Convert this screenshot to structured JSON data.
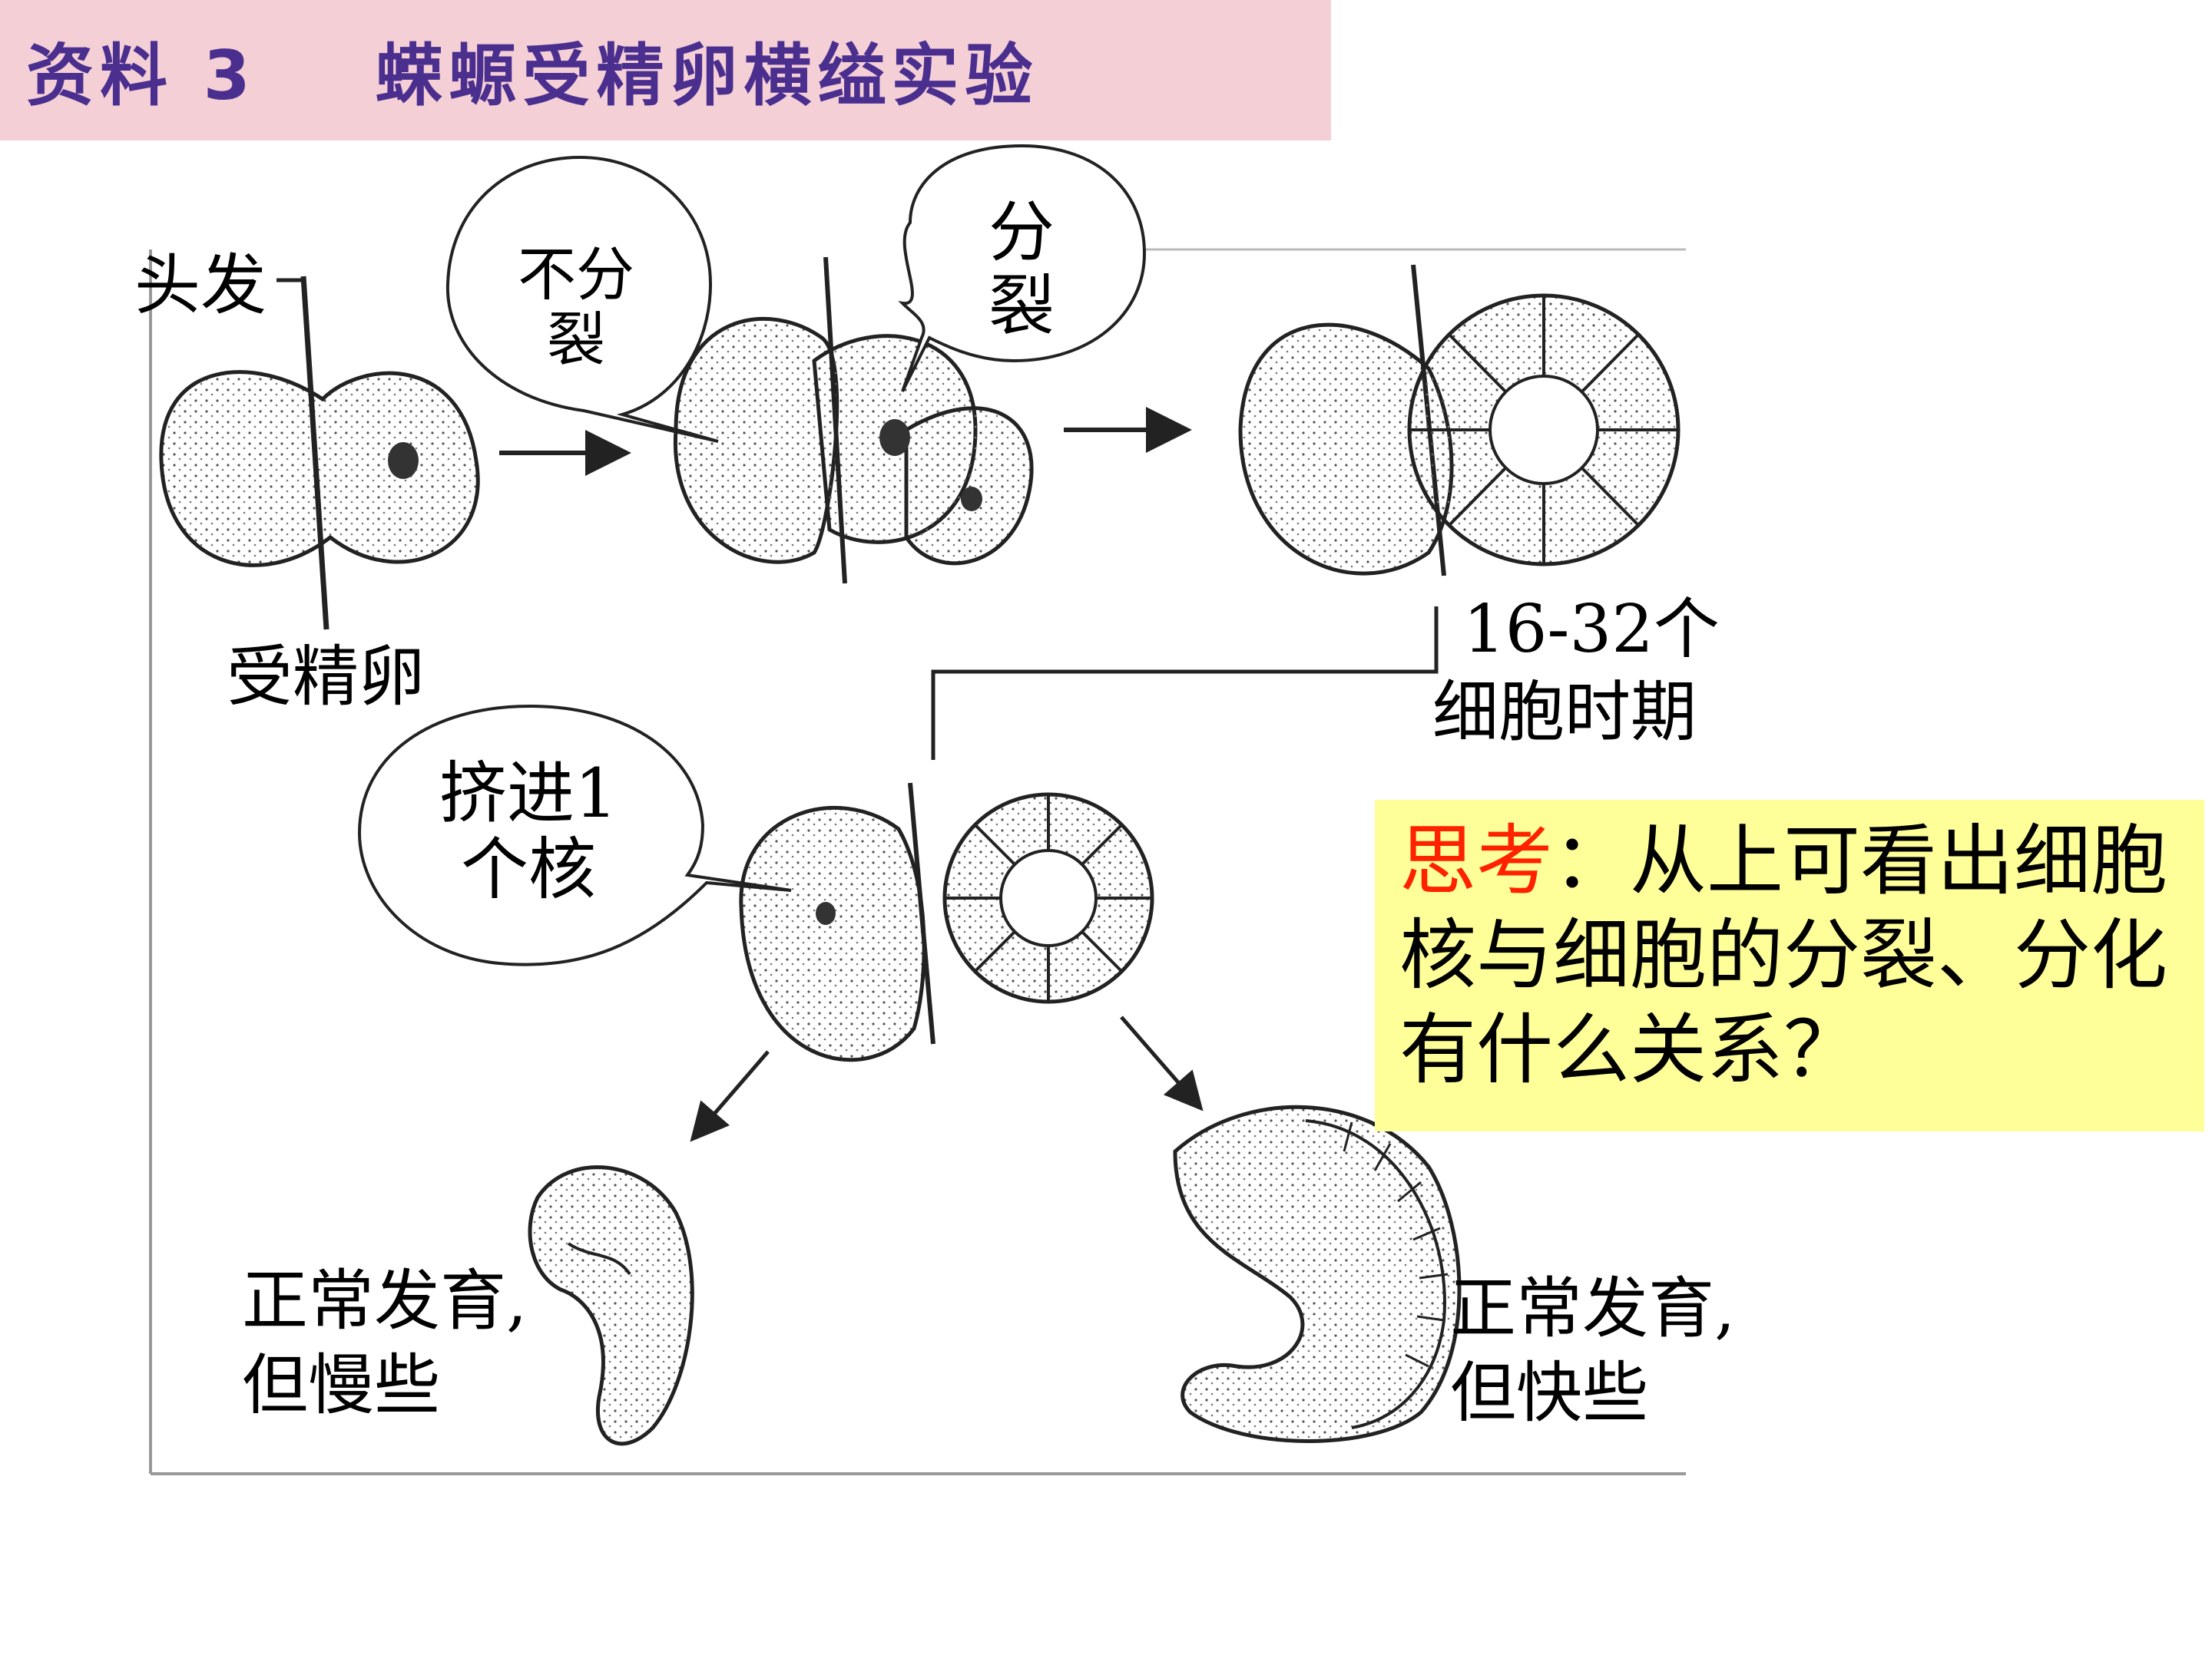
{
  "title": "资料 3    蝾螈受精卵横缢实验",
  "labels": {
    "hair": "头发",
    "fertilized_egg": "受精卵",
    "stage_line1": "16-32个",
    "stage_line2": "细胞时期",
    "left_outcome_line1": "正常发育,",
    "left_outcome_line2": "但慢些",
    "right_outcome_line1": "正常发育,",
    "right_outcome_line2": "但快些"
  },
  "bubbles": {
    "no_division_line1": "不分",
    "no_division_line2": "裂",
    "division_line1": "分",
    "division_line2": "裂",
    "push_nucleus_line1": "挤进1",
    "push_nucleus_line2": "个核"
  },
  "think": {
    "keyword": "思考",
    "text": "：从上可看出细胞核与细胞的分裂、分化有什么关系？"
  },
  "colors": {
    "title_bg": "#f5cfd6",
    "title_text": "#4a2f8f",
    "think_bg": "#ffff99",
    "think_keyword": "#ff2200"
  }
}
